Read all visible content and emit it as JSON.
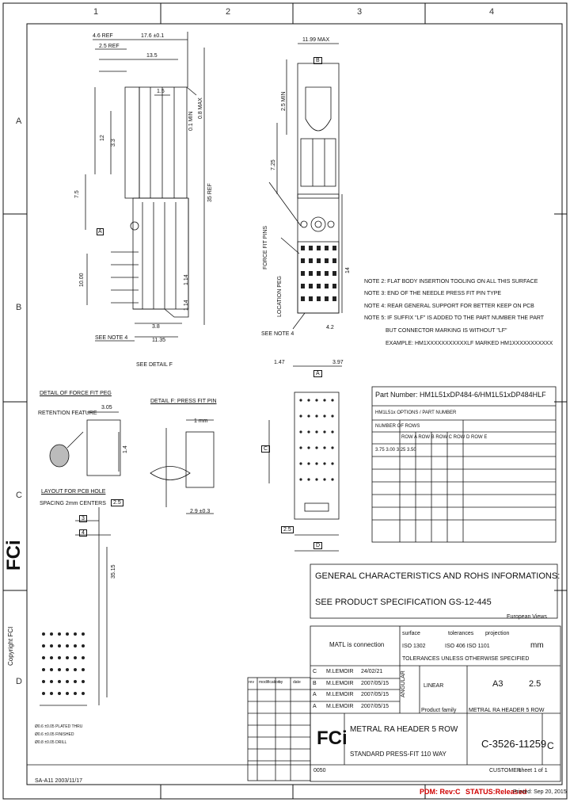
{
  "border": {
    "columns": [
      "1",
      "2",
      "3",
      "4"
    ],
    "rows": [
      "A",
      "B",
      "C",
      "D"
    ]
  },
  "copyright": "Copyright FCI",
  "logo": "FCi",
  "side_view": {
    "dims": [
      "4.6 REF",
      "17.6 ±0.1",
      "2.5 REF",
      "13.5",
      "1.5",
      "0.1 MIN",
      "0.8 MAX",
      "12",
      "3.3",
      "7.5",
      "A",
      "10.00",
      "1.14",
      "1.14",
      "3.8",
      "11.35",
      "35 REF"
    ],
    "labels": [
      "SEE NOTE 4",
      "SEE DETAIL F"
    ]
  },
  "front_view": {
    "dims": [
      "11.99 MAX",
      "B",
      "2.5 MIN",
      "7.25",
      "14",
      "4.2"
    ],
    "labels": [
      "FORCE FIT PINS",
      "LOCATION PEG",
      "SEE NOTE 4"
    ]
  },
  "notes": [
    "NOTE 2: FLAT BODY INSERTION TOOLING ON ALL THIS SURFACE",
    "NOTE 3: END OF THE NEEDLE PRESS FIT PIN TYPE",
    "NOTE 4: REAR GENERAL SUPPORT FOR BETTER KEEP ON PCB",
    "NOTE 5: IF SUFFIX \"LF\" IS ADDED TO THE PART NUMBER THE PART",
    "BUT CONNECTOR MARKING IS WITHOUT \"LF\"",
    "EXAMPLE: HM1XXXXXXXXXXXLF MARKED HM1XXXXXXXXXXX"
  ],
  "bottom_view": {
    "dims": [
      "1.47",
      "A",
      "3.97",
      "C",
      "2.5",
      "D"
    ]
  },
  "part_number_box": {
    "title": "Part Number: HM1L51xDP484-6/HM1L51xDP484HLF",
    "header_rows": [
      "HM1L51x OPTIONS / PART NUMBER",
      "NUMBER OF ROWS",
      "ROW A ROW B ROW C ROW D ROW E",
      "3.75 3.00 3.25 3.50"
    ]
  },
  "detail_press_fit": {
    "title": "DETAIL OF FORCE FIT PEG",
    "label": "RETENTION FEATURE",
    "dims": [
      "3.05",
      "1.4"
    ]
  },
  "detail_pin": {
    "title": "DETAIL F: PRESS FIT PIN",
    "dims": [
      "1 mm",
      "2.9 ±0.3"
    ]
  },
  "layout_pcb": {
    "title": "LAYOUT FOR PCB HOLE",
    "subtitle": "SPACING 2mm CENTERS",
    "dims": [
      "3",
      "4",
      "2.5",
      "35.15"
    ],
    "legend": [
      "Ø0.6 ±0.05 PLATED THRU",
      "Ø0.6 ±0.05 FINISHED",
      "Ø0.8 ±0.05 DRILL"
    ]
  },
  "general_box": {
    "line1": "GENERAL CHARACTERISTICS AND ROHS INFORMATIONS:",
    "line2": "SEE PRODUCT SPECIFICATION GS-12-445"
  },
  "title_block": {
    "projection": "European Views",
    "material_label": "MATL is connection",
    "surface": "surface",
    "surface_std": "ISO 1302",
    "tolerances": "tolerances",
    "tol_std": "ISO 406  ISO 1101",
    "projection_label": "projection",
    "tolerance_note": "TOLERANCES UNLESS OTHERWISE SPECIFIED",
    "unit": "mm",
    "linear": "LINEAR",
    "angular": "ANGULAR",
    "size": "A3",
    "scale": "2.5",
    "product_family": "Product family",
    "product_family_value": "METRAL RA HEADER 5 ROW",
    "title_line1": "METRAL RA HEADER 5 ROW",
    "title_line2": "STANDARD PRESS-FIT 110 WAY",
    "doc_number": "C-3526-11259",
    "rev": "C",
    "sheet": "sheet 1 of 1",
    "customer": "CUSTOMER",
    "code": "0050"
  },
  "revision_table": {
    "headers": [
      "rev",
      "modification",
      "by",
      "date"
    ],
    "rows": [
      [
        "C",
        "",
        "M.LEMOIR",
        "24/02/21"
      ],
      [
        "B",
        "",
        "M.LEMOIR",
        "2007/05/15"
      ],
      [
        "A",
        "",
        "M.LEMOIR",
        "2007/05/15"
      ],
      [
        "A",
        "",
        "M.LEMOIR",
        "2007/05/15"
      ]
    ]
  },
  "footer": {
    "pdm_rev": "PDM: Rev:C",
    "status": "STATUS:Released",
    "printed": "Printed: Sep 20, 2015",
    "form": "SA-A11  2003/11/17"
  }
}
